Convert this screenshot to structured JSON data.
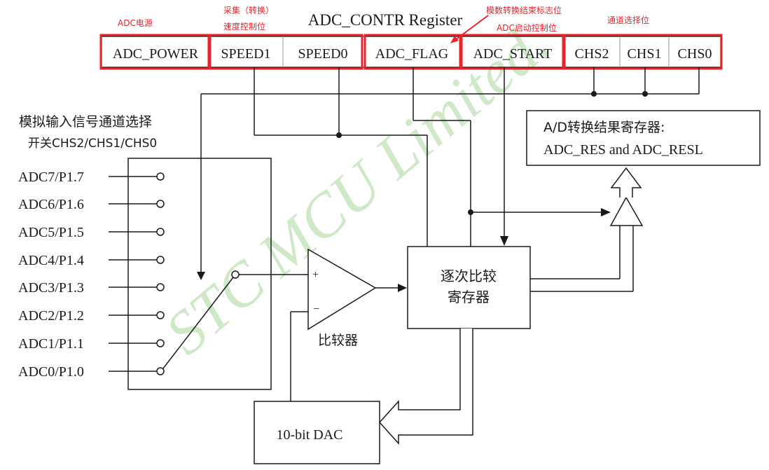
{
  "register": {
    "title": "ADC_CONTR Register",
    "bits": [
      "ADC_POWER",
      "SPEED1",
      "SPEED0",
      "ADC_FLAG",
      "ADC_START",
      "CHS2",
      "CHS1",
      "CHS0"
    ]
  },
  "annotations": {
    "adc_power": "ADC电源",
    "speed_line1": "采集（转换）",
    "speed_line2": "速度控制位",
    "flag": "模数转换结束标志位",
    "start": "ADC启动控制位",
    "chs": "通道选择位"
  },
  "mux_label": {
    "line1": "模拟输入信号通道选择",
    "line2": "开关CHS2/CHS1/CHS0"
  },
  "inputs": [
    "ADC7/P1.7",
    "ADC6/P1.6",
    "ADC5/P1.5",
    "ADC4/P1.4",
    "ADC3/P1.3",
    "ADC2/P1.2",
    "ADC1/P1.1",
    "ADC0/P1.0"
  ],
  "result_register": {
    "line1": "A/D转换结果寄存器:",
    "line2": "ADC_RES and ADC_RESL"
  },
  "sar": {
    "line1": "逐次比较",
    "line2": "寄存器"
  },
  "comparator": {
    "label": "比较器",
    "plus": "+",
    "minus": "−"
  },
  "dac": {
    "label": "10-bit DAC"
  },
  "watermark": "STC MCU Limited.",
  "colors": {
    "highlight": "#e8232a",
    "line": "#1a1a1a",
    "cell_divider": "#9a9a9a",
    "watermark": "#cfe9c8"
  }
}
